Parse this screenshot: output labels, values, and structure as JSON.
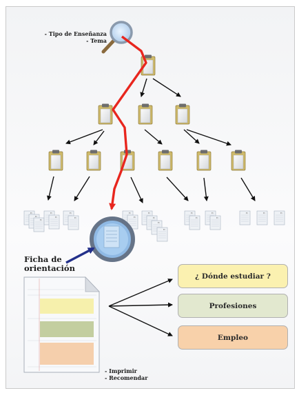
{
  "search": {
    "line1": "- Tipo de Enseñanza",
    "line2": "- Tema"
  },
  "ficha": {
    "line1": "Ficha de",
    "line2": "orientación"
  },
  "options": {
    "donde_estudiar": "¿ Dónde estudiar ?",
    "profesiones": "Profesiones",
    "empleo": "Empleo"
  },
  "actions": {
    "line1": "- Imprimir",
    "line2": "- Recomendar"
  },
  "colors": {
    "path_red": "#e8261e",
    "arrow_black": "#111111",
    "lens_blue": "#6fa3d6",
    "pointer_navy": "#23308a",
    "box_yellow": "#fbf1b0",
    "box_green": "#e2e8cf",
    "box_orange": "#f8d1aa"
  }
}
